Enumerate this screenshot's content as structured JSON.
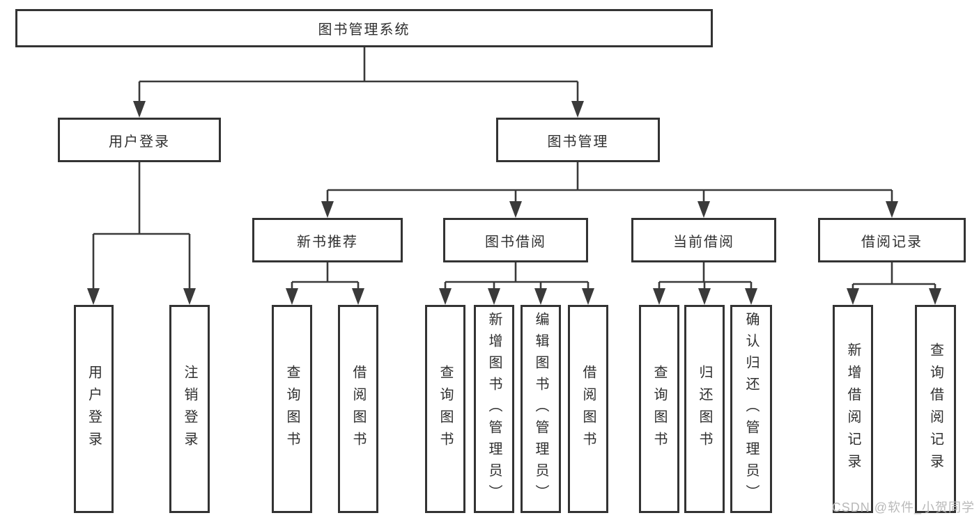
{
  "diagram": {
    "root": {
      "label": "图书管理系统"
    },
    "branches": [
      {
        "label": "用户登录",
        "children": [
          {
            "label": "用户登录"
          },
          {
            "label": "注销登录"
          }
        ]
      },
      {
        "label": "图书管理",
        "children": [
          {
            "label": "新书推荐",
            "children": [
              {
                "label": "查询图书"
              },
              {
                "label": "借阅图书"
              }
            ]
          },
          {
            "label": "图书借阅",
            "children": [
              {
                "label": "查询图书"
              },
              {
                "label": "新增图书（管理员）"
              },
              {
                "label": "编辑图书（管理员）"
              },
              {
                "label": "借阅图书"
              }
            ]
          },
          {
            "label": "当前借阅",
            "children": [
              {
                "label": "查询图书"
              },
              {
                "label": "归还图书"
              },
              {
                "label": "确认归还（管理员）"
              }
            ]
          },
          {
            "label": "借阅记录",
            "children": [
              {
                "label": "新增借阅记录"
              },
              {
                "label": "查询借阅记录"
              }
            ]
          }
        ]
      }
    ]
  },
  "watermark": {
    "text": "CSDN @软件_小贺同学"
  },
  "colors": {
    "line": "#3a3a3a",
    "box_border": "#333333",
    "text": "#2f2f2f",
    "watermark": "#b9b9b9",
    "background": "#ffffff"
  }
}
